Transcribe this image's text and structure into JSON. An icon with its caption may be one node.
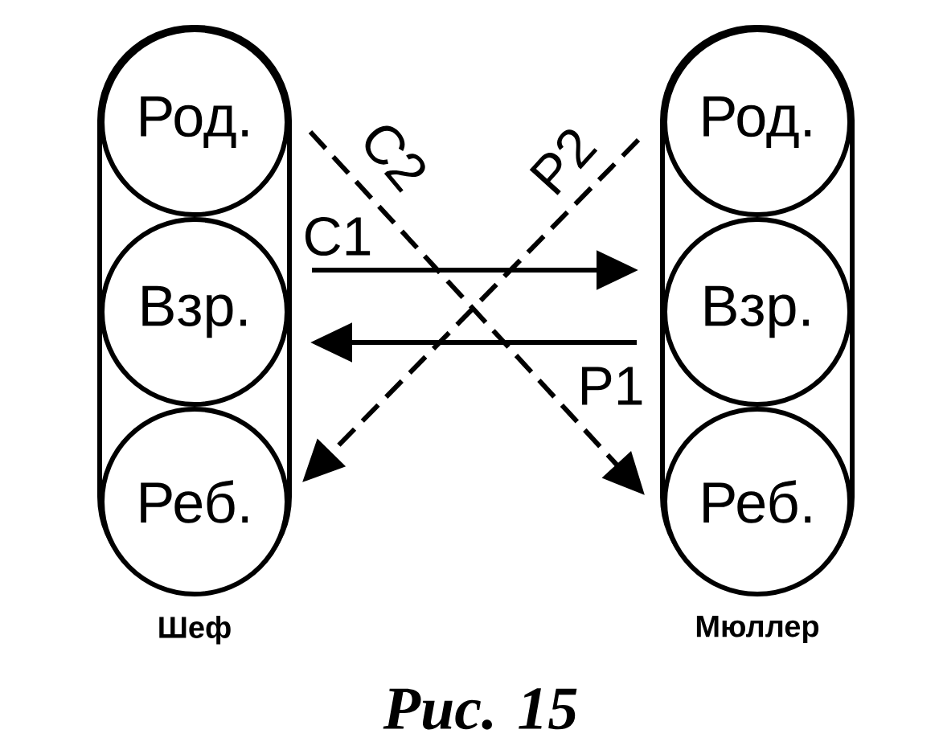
{
  "diagram": {
    "caption": "Рис. 15",
    "nodes": [
      {
        "text": [
          "Шеф"
        ]
      },
      {
        "text": [
          "Род."
        ],
        "in": 0
      },
      {
        "text": [
          "Взр."
        ],
        "in": 0
      },
      {
        "text": [
          "Реб."
        ],
        "in": 0
      },
      {
        "text": [
          "Мюллер"
        ]
      },
      {
        "text": [
          "Род."
        ],
        "in": 4
      },
      {
        "text": [
          "Взр."
        ],
        "in": 4
      },
      {
        "text": [
          "Реб."
        ],
        "in": 4
      }
    ],
    "edges": [
      {
        "from": 2,
        "to": 6,
        "arrow": "to",
        "label": "С1"
      },
      {
        "from": 6,
        "to": 2,
        "arrow": "to",
        "label": "Р1"
      },
      {
        "from": 1,
        "to": 7,
        "arrow": "to",
        "label": "С2",
        "style": "dashed"
      },
      {
        "from": 5,
        "to": 3,
        "arrow": "to",
        "label": "Р2",
        "style": "dashed"
      }
    ]
  }
}
